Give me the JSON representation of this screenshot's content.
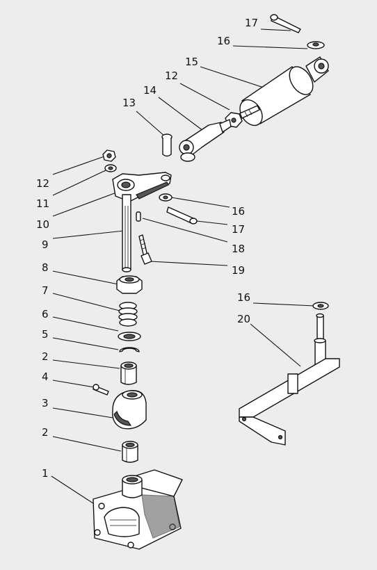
{
  "diagram": {
    "labels": [
      {
        "id": "c17t",
        "text": "17"
      },
      {
        "id": "c16t",
        "text": "16"
      },
      {
        "id": "c15",
        "text": "15"
      },
      {
        "id": "c12t",
        "text": "12"
      },
      {
        "id": "c14",
        "text": "14"
      },
      {
        "id": "c13",
        "text": "13"
      },
      {
        "id": "c12l",
        "text": "12"
      },
      {
        "id": "c11",
        "text": "11"
      },
      {
        "id": "c10",
        "text": "10"
      },
      {
        "id": "c9",
        "text": "9"
      },
      {
        "id": "c16m",
        "text": "16"
      },
      {
        "id": "c17m",
        "text": "17"
      },
      {
        "id": "c18",
        "text": "18"
      },
      {
        "id": "c19",
        "text": "19"
      },
      {
        "id": "c8",
        "text": "8"
      },
      {
        "id": "c7",
        "text": "7"
      },
      {
        "id": "c6",
        "text": "6"
      },
      {
        "id": "c5",
        "text": "5"
      },
      {
        "id": "c2a",
        "text": "2"
      },
      {
        "id": "c4",
        "text": "4"
      },
      {
        "id": "c3",
        "text": "3"
      },
      {
        "id": "c2b",
        "text": "2"
      },
      {
        "id": "c1",
        "text": "1"
      },
      {
        "id": "c16r",
        "text": "16"
      },
      {
        "id": "c20",
        "text": "20"
      }
    ]
  }
}
